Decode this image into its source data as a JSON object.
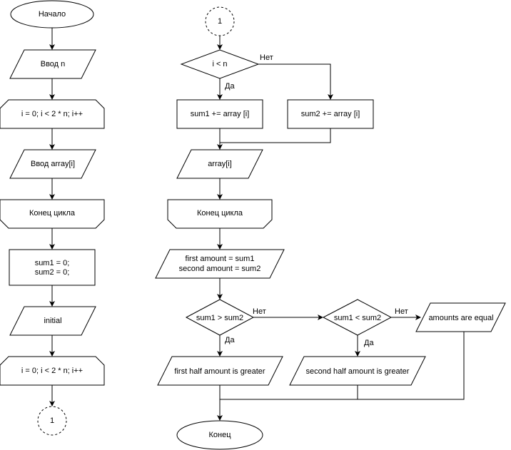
{
  "left_column": {
    "start": "Начало",
    "input_n": "Ввод n",
    "loop1": "i = 0; i < 2 * n; i++",
    "input_array": "Ввод array[i]",
    "loop1_end": "Конец цикла",
    "init_line1": "sum1 = 0;",
    "init_line2": "sum2 = 0;",
    "initial": "initial",
    "loop2": "i = 0; i < 2 * n; i++",
    "connector": "1"
  },
  "right_column": {
    "connector": "1",
    "cond1": "i < n",
    "yes1": "Да",
    "no1": "Нет",
    "sum1_add": "sum1 += array [i]",
    "sum2_add": "sum2 += array [i]",
    "output_array": "array[i]",
    "loop2_end": "Конец цикла",
    "amount_line1": "first amount =  sum1",
    "amount_line2": "second amount = sum2",
    "cond2": "sum1 > sum2",
    "no2": "Нет",
    "yes2": "Да",
    "cond3": "sum1 < sum2",
    "no3": "Нет",
    "yes3": "Да",
    "equal": "amounts are equal",
    "first_greater": "first half amount is greater",
    "second_greater": "second half amount is greater",
    "end": "Конец"
  }
}
